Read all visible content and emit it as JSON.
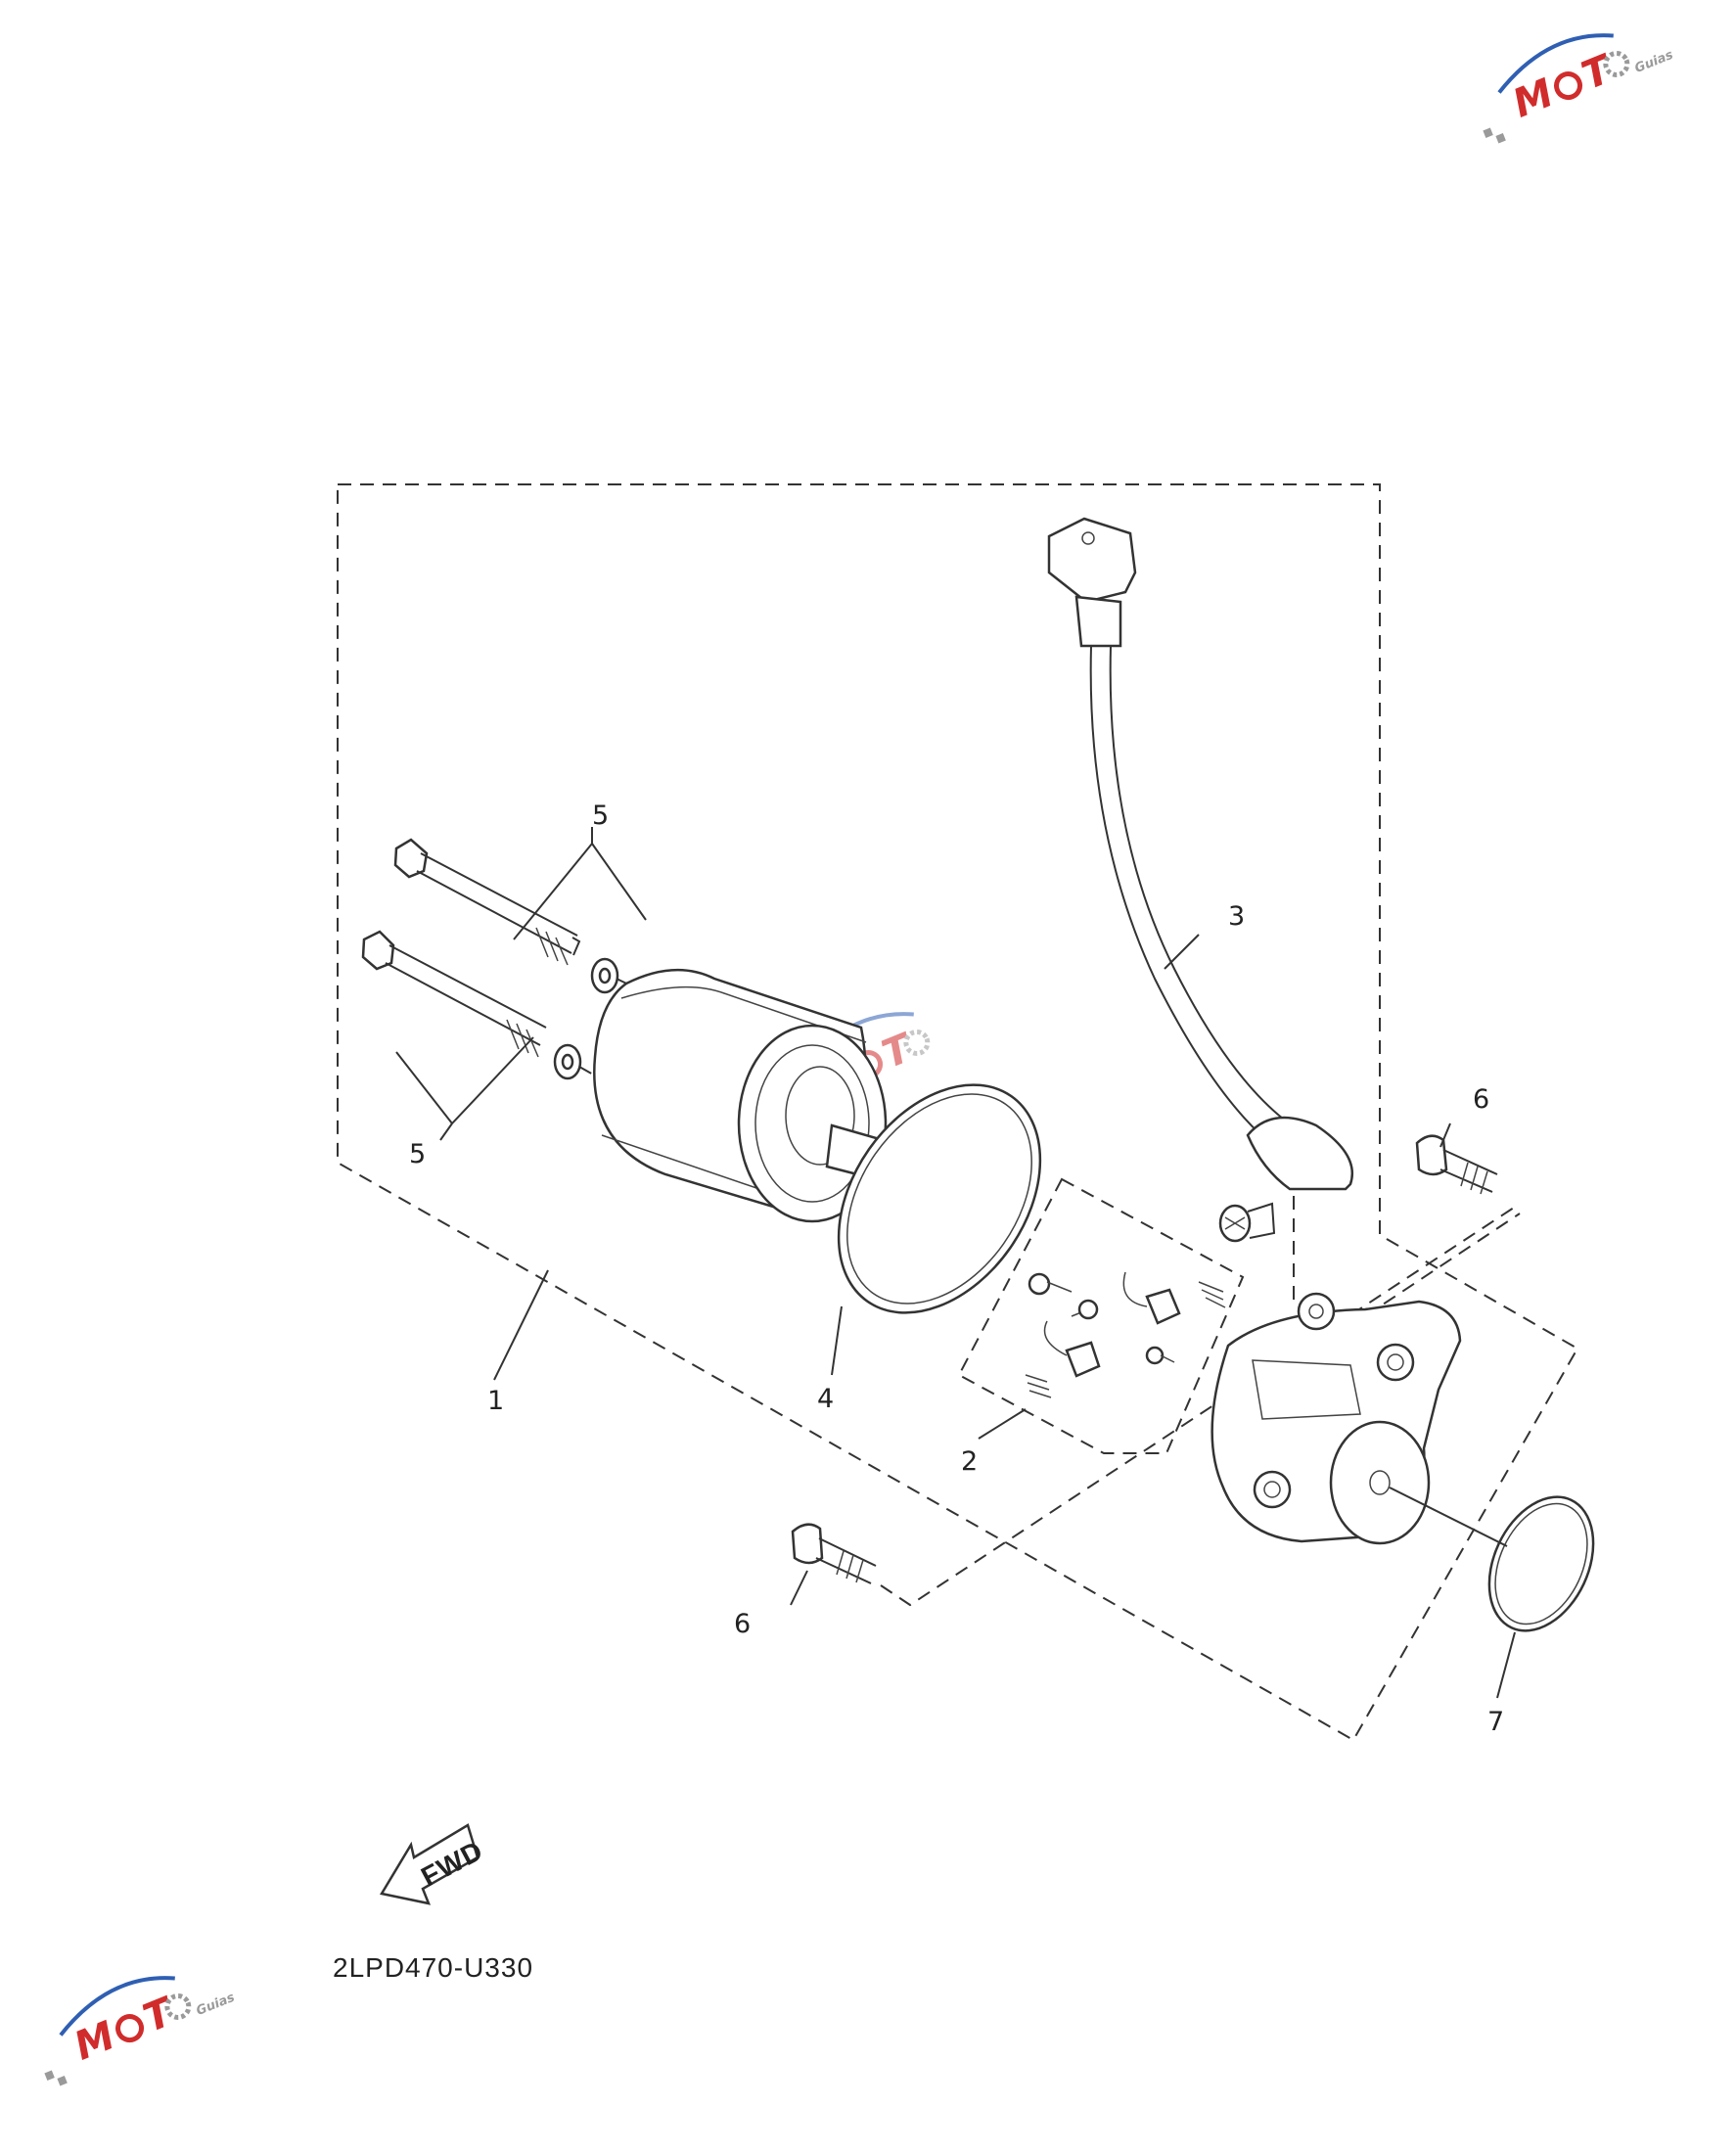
{
  "diagram": {
    "callouts": [
      {
        "id": "1",
        "label": "1"
      },
      {
        "id": "2",
        "label": "2"
      },
      {
        "id": "3",
        "label": "3"
      },
      {
        "id": "4",
        "label": "4"
      },
      {
        "id": "5a",
        "label": "5"
      },
      {
        "id": "5b",
        "label": "5"
      },
      {
        "id": "6a",
        "label": "6"
      },
      {
        "id": "6b",
        "label": "6"
      },
      {
        "id": "7",
        "label": "7"
      }
    ],
    "fwd_label": "FWD",
    "diagram_code": "2LPD470-U330"
  },
  "watermark": {
    "brand_letters": "M O T O",
    "sub": "Guias",
    "colors": {
      "red": "#d12c2c",
      "blue": "#2f5fb3",
      "gray": "#9a9a9a"
    }
  }
}
